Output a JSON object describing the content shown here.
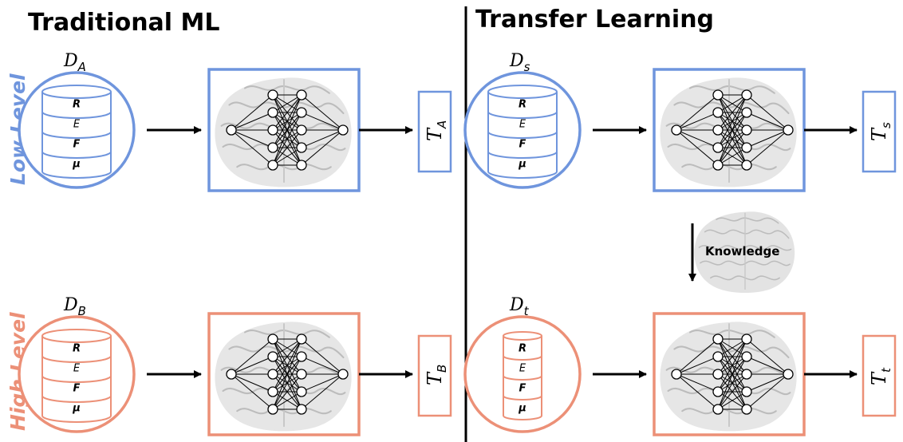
{
  "colors": {
    "low": "#6f95dd",
    "high": "#ec9077",
    "brain": "#d6d6d6",
    "ink": "#000000"
  },
  "headings": {
    "left": "Traditional ML",
    "right": "Transfer Learning"
  },
  "levels": {
    "low": "Low Level",
    "high": "High Level"
  },
  "datasets": {
    "A": {
      "symbol": "D",
      "sub": "A"
    },
    "B": {
      "symbol": "D",
      "sub": "B"
    },
    "s": {
      "symbol": "D",
      "sub": "s"
    },
    "t": {
      "symbol": "D",
      "sub": "t"
    }
  },
  "tasks": {
    "A": {
      "symbol": "T",
      "sub": "A"
    },
    "B": {
      "symbol": "T",
      "sub": "B"
    },
    "s": {
      "symbol": "T",
      "sub": "s"
    },
    "t": {
      "symbol": "T",
      "sub": "t"
    }
  },
  "cylinder_rows": [
    "R",
    "E",
    "F",
    "μ"
  ],
  "knowledge_label": "Knowledge",
  "icons": [
    "database-cylinder-icon",
    "brain-icon",
    "neural-network-icon",
    "arrow-right-icon",
    "arrow-down-icon"
  ]
}
